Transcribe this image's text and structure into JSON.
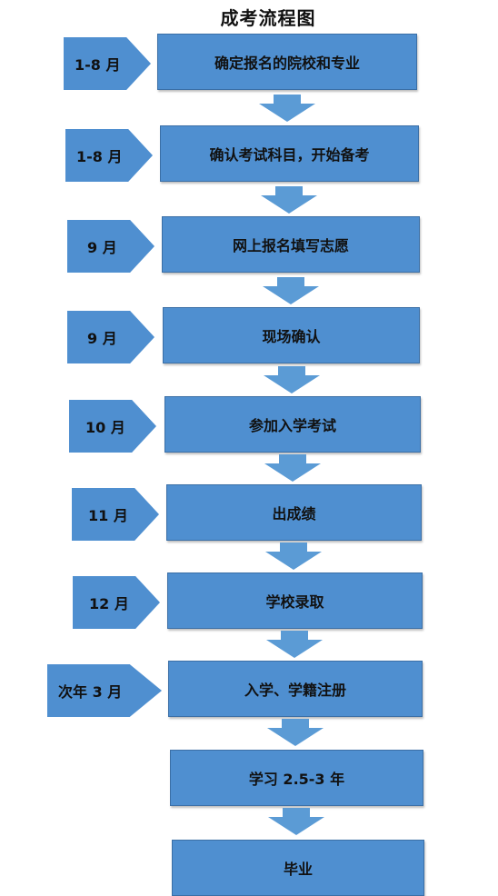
{
  "title": "成考流程图",
  "steps": [
    {
      "month": "1-8 月",
      "label": "确定报名的院校和专业"
    },
    {
      "month": "1-8 月",
      "label": "确认考试科目，开始备考"
    },
    {
      "month": "9 月",
      "label": "网上报名填写志愿"
    },
    {
      "month": "9 月",
      "label": "现场确认"
    },
    {
      "month": "10 月",
      "label": "参加入学考试"
    },
    {
      "month": "11 月",
      "label": "出成绩"
    },
    {
      "month": "12 月",
      "label": "学校录取"
    },
    {
      "month": "次年 3 月",
      "label": "入学、学籍注册"
    },
    {
      "month": "",
      "label": "学习 2.5-3 年"
    },
    {
      "month": "",
      "label": "毕业"
    }
  ],
  "colors": {
    "box_fill": "#4f8fd0",
    "box_border": "#3b6fa6",
    "arrow_fill": "#5b9bd5",
    "text": "#111111"
  }
}
